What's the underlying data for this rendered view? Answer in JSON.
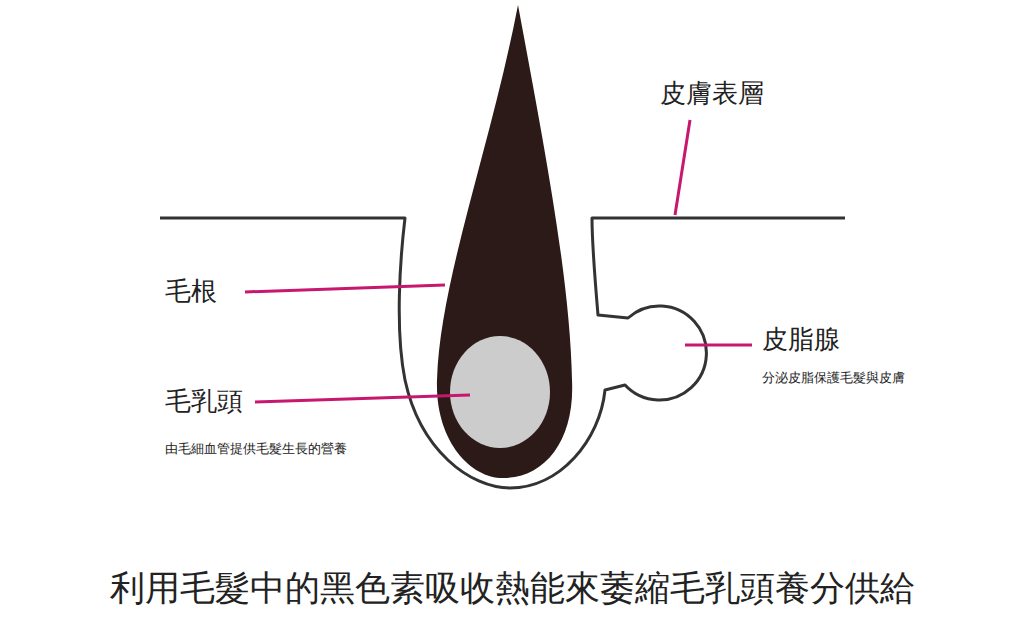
{
  "diagram": {
    "caption": "利用毛髮中的黑色素吸收熱能來萎縮毛乳頭養分供給",
    "labels": [
      "皮膚表層",
      "毛根",
      "皮脂腺",
      "分泌皮脂保護毛髮與皮膚",
      "毛乳頭",
      "由毛細血管提供毛髮生長的營養"
    ]
  }
}
